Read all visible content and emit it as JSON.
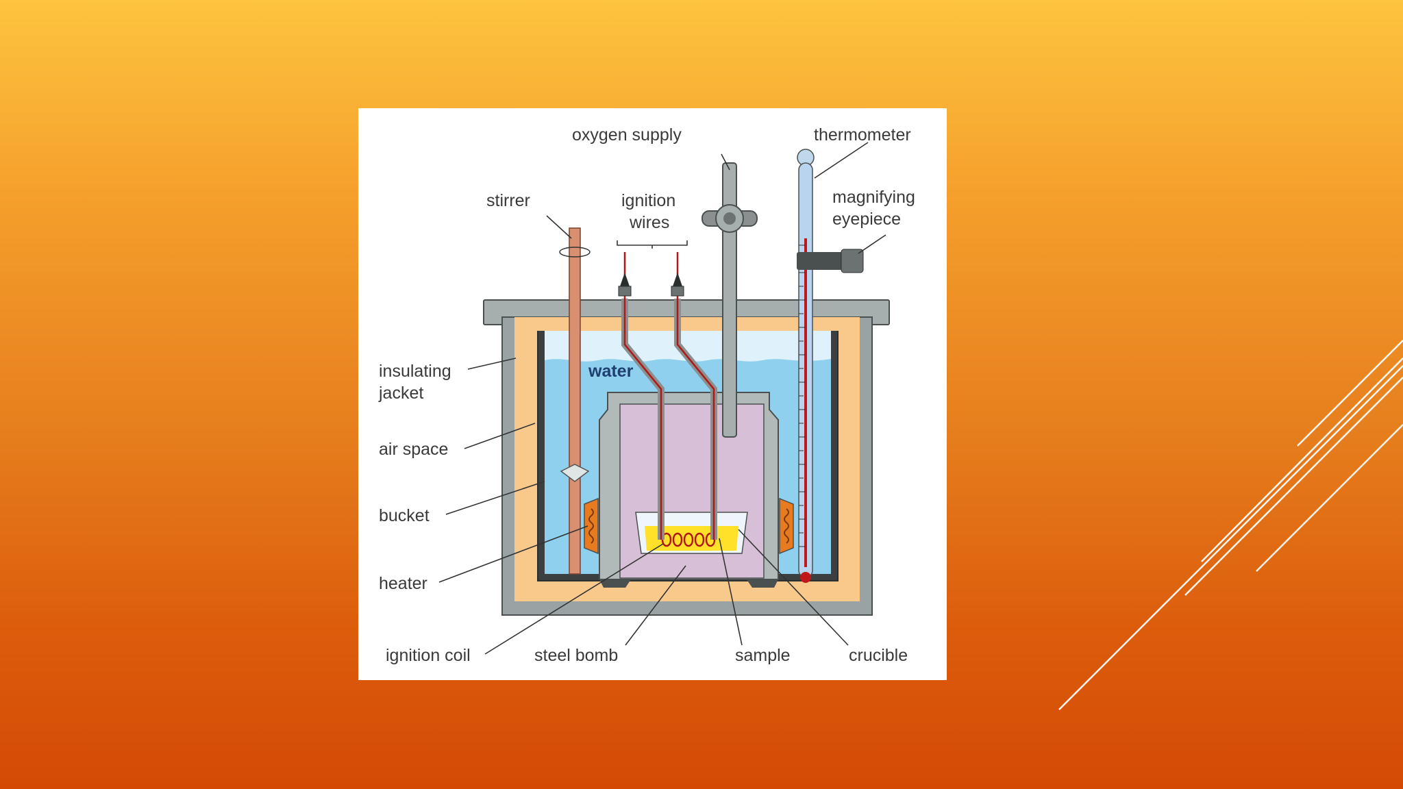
{
  "diagram": {
    "labels": {
      "oxygen_supply": "oxygen supply",
      "thermometer": "thermometer",
      "stirrer": "stirrer",
      "ignition": "ignition",
      "wires": "wires",
      "magnifying": "magnifying",
      "eyepiece": "eyepiece",
      "insulating": "insulating",
      "jacket": "jacket",
      "water": "water",
      "air_space": "air space",
      "bucket": "bucket",
      "heater": "heater",
      "ignition_coil": "ignition coil",
      "steel_bomb": "steel bomb",
      "sample": "sample",
      "crucible": "crucible"
    },
    "colors": {
      "slide_top": "#fdc43f",
      "slide_bottom": "#d44a05",
      "water": "#8fd0ee",
      "jacket_outer": "#8f9a9a",
      "air_space": "#f9c98a",
      "bomb_interior": "#d8bfd8",
      "heater": "#e87a20",
      "sample": "#ffe12a",
      "wire": "#b01818",
      "stirrer": "#d99070"
    },
    "icons": [
      "stirrer-icon",
      "thermometer-icon",
      "oxygen-valve-icon",
      "ignition-wire-terminal-icon",
      "heater-coil-icon",
      "ignition-coil-icon"
    ]
  }
}
